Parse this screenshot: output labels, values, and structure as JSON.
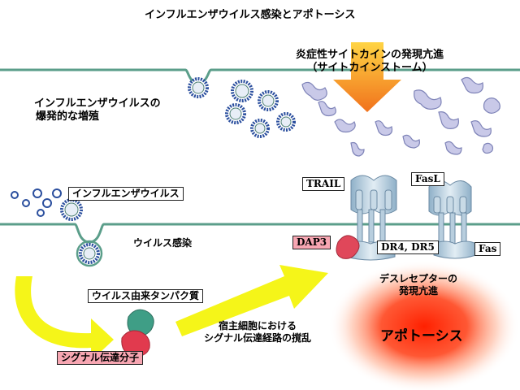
{
  "title": "インフルエンザウイルス感染とアポトーシス",
  "labels": {
    "cytokine_line1": "炎症性サイトカインの発現亢進",
    "cytokine_line2": "（サイトカインストーム）",
    "burst_line1": "インフルエンザウイルスの",
    "burst_line2": "爆発的な増殖",
    "influenza_virus": "インフルエンザウイルス",
    "virus_infection": "ウイルス感染",
    "viral_protein": "ウイルス由来タンパク質",
    "signal_molecule": "シグナル伝達分子",
    "host_line1": "宿主細胞における",
    "host_line2": "シグナル伝達経路の撹乱",
    "trail": "TRAIL",
    "fasl": "FasL",
    "dap3": "DAP3",
    "dr": "DR4, DR5",
    "fas": "Fas",
    "death_line1": "デスレセプターの",
    "death_line2": "発現亢進",
    "apoptosis": "アポトーシス"
  },
  "colors": {
    "membrane": "#5b9e8a",
    "arrow_yellow": "#f4f400",
    "arrow_orange": "#f07a1a",
    "apoptosis_red": "#ff2a00",
    "virus_ring": "#2b4f9e",
    "receptor": "#a9c3d6",
    "dap3": "#e0475a",
    "signal_green": "#3f9e86",
    "signal_red": "#e13a4e"
  }
}
